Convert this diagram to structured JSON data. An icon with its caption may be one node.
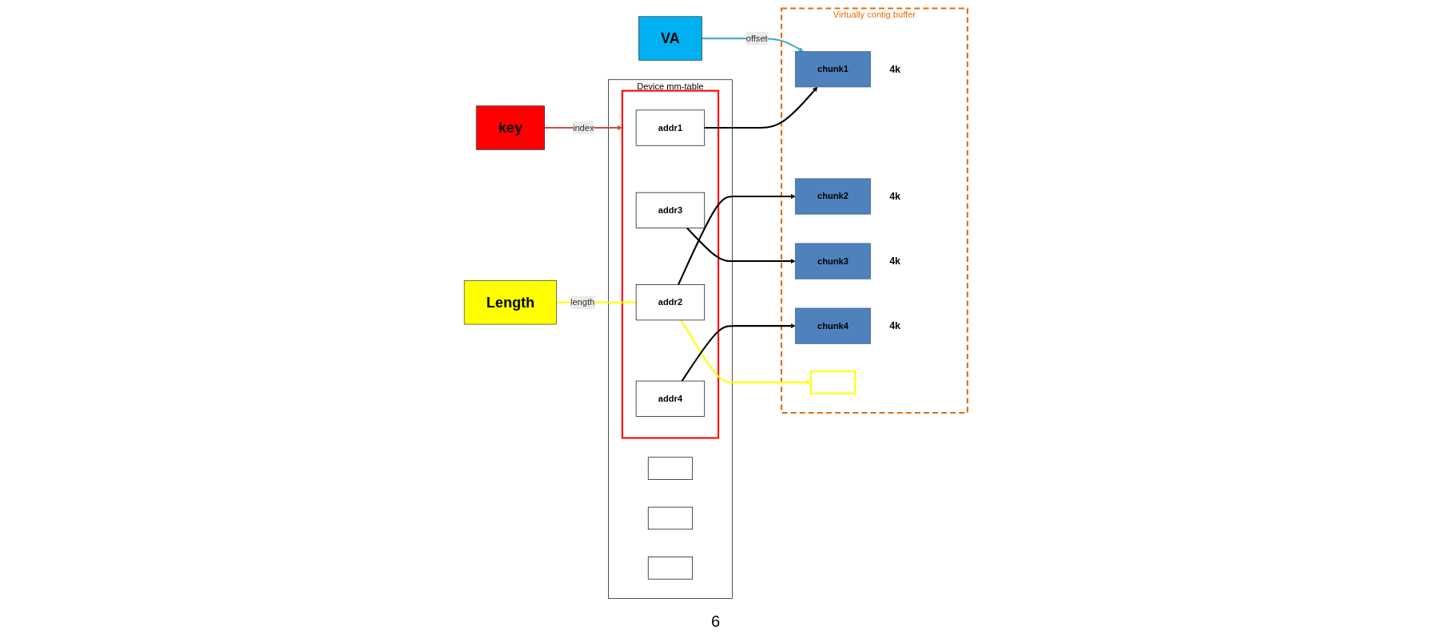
{
  "diagram": {
    "nodes": [
      {
        "text": [
          "key"
        ]
      },
      {
        "text": [
          "VA"
        ]
      },
      {
        "text": [
          "Length"
        ]
      },
      {
        "text": [
          "Device mm-table"
        ]
      },
      {
        "text": [],
        "shape": "box",
        "in": 3
      },
      {
        "text": [
          "addr1"
        ],
        "in": 4
      },
      {
        "text": [
          "addr2"
        ],
        "in": 4
      },
      {
        "text": [
          "addr3"
        ],
        "in": 4
      },
      {
        "text": [
          "addr4"
        ],
        "in": 4
      },
      {
        "text": [],
        "shape": "box",
        "in": 3
      },
      {
        "text": [],
        "shape": "box",
        "in": 3
      },
      {
        "text": [],
        "shape": "box",
        "in": 3
      },
      {
        "text": [
          "Virtually contig buffer"
        ]
      },
      {
        "text": [
          "chunk1"
        ],
        "beside": [
          "4k"
        ],
        "in": 12
      },
      {
        "text": [
          "chunk2"
        ],
        "beside": [
          "4k"
        ],
        "in": 12
      },
      {
        "text": [
          "chunk3"
        ],
        "beside": [
          "4k"
        ],
        "in": 12
      },
      {
        "text": [
          "chunk4"
        ],
        "beside": [
          "4k"
        ],
        "in": 12
      },
      {
        "text": [],
        "shape": "bar",
        "in": 12
      }
    ],
    "edges": [
      {
        "from": 0,
        "to": 4,
        "arrow": "to",
        "label": "index",
        "color": "#c0504d"
      },
      {
        "from": 1,
        "to": 13,
        "arrow": "to",
        "label": "offset",
        "color": "#4bacc6"
      },
      {
        "from": 2,
        "to": 6,
        "arrow": "none",
        "label": "length",
        "color": "#ffff00"
      },
      {
        "from": 6,
        "to": 17,
        "arrow": "to",
        "color": "#ffff00"
      },
      {
        "from": 5,
        "to": 13,
        "arrow": "to"
      },
      {
        "from": 6,
        "to": 14,
        "arrow": "to"
      },
      {
        "from": 7,
        "to": 15,
        "arrow": "to"
      },
      {
        "from": 8,
        "to": 16,
        "arrow": "to"
      }
    ],
    "labels": [
      "6"
    ]
  }
}
